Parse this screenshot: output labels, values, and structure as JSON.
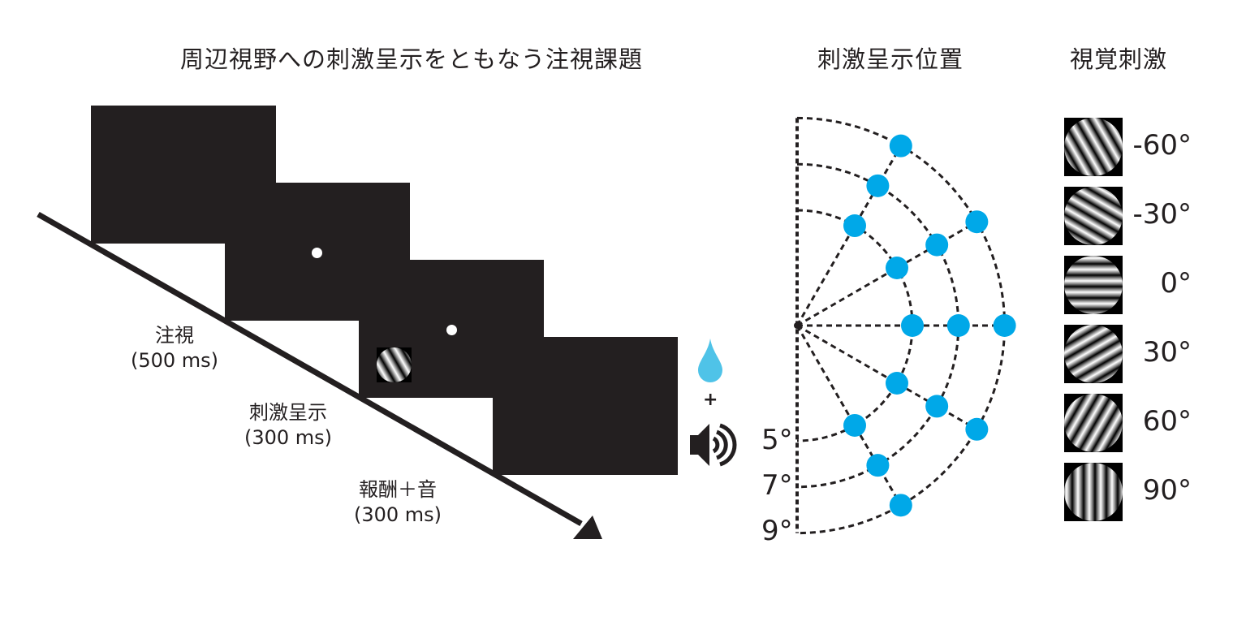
{
  "titles": {
    "task": "周辺視野への刺激呈示をともなう注視課題",
    "positions": "刺激呈示位置",
    "stimuli": "視覚刺激"
  },
  "phases": [
    {
      "name": "注視",
      "duration": "(500 ms)"
    },
    {
      "name": "刺激呈示",
      "duration": "(300 ms)"
    },
    {
      "name": "報酬＋音",
      "duration": "(300 ms)"
    }
  ],
  "reward": {
    "plus": "+",
    "icons": [
      "water-drop-icon",
      "speaker-icon"
    ],
    "drop_color": "#4fc3e8"
  },
  "positions": {
    "eccentricities": [
      "5°",
      "7°",
      "9°"
    ],
    "ecc_values": [
      5,
      7,
      9
    ],
    "angles": [
      -60,
      -30,
      0,
      30,
      60
    ],
    "dot_color": "#00a8e8"
  },
  "stimuli": [
    {
      "orientation": -60,
      "label": "-60°"
    },
    {
      "orientation": -30,
      "label": "-30°"
    },
    {
      "orientation": 0,
      "label": "0°"
    },
    {
      "orientation": 30,
      "label": "30°"
    },
    {
      "orientation": 60,
      "label": "60°"
    },
    {
      "orientation": 90,
      "label": "90°"
    }
  ],
  "example_stimulus_orientation": -60
}
